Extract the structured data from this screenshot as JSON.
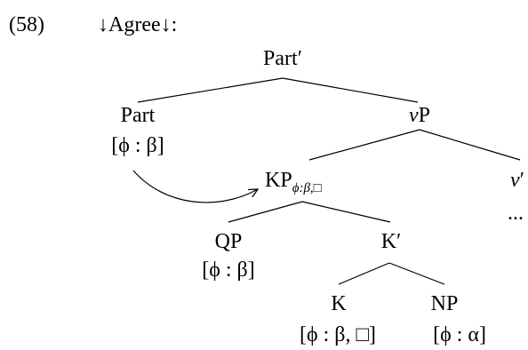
{
  "example": {
    "number": "(58)",
    "title": "↓Agree↓:"
  },
  "tree": {
    "part_bar": "Part′",
    "part": "Part",
    "part_feat": "[ϕ : β]",
    "vp_v": "v",
    "vp_p": "P",
    "kp": "KP",
    "kp_sub": "ϕ:β,□",
    "vbar_v": "v",
    "vbar_prime": "′",
    "ellipsis": "...",
    "qp": "QP",
    "qp_feat": "[ϕ : β]",
    "kbar": "K′",
    "k": "K",
    "k_feat": "[ϕ : β, □]",
    "np": "NP",
    "np_feat": "[ϕ : α]"
  },
  "colors": {
    "ink": "#000000",
    "background": "#ffffff"
  }
}
